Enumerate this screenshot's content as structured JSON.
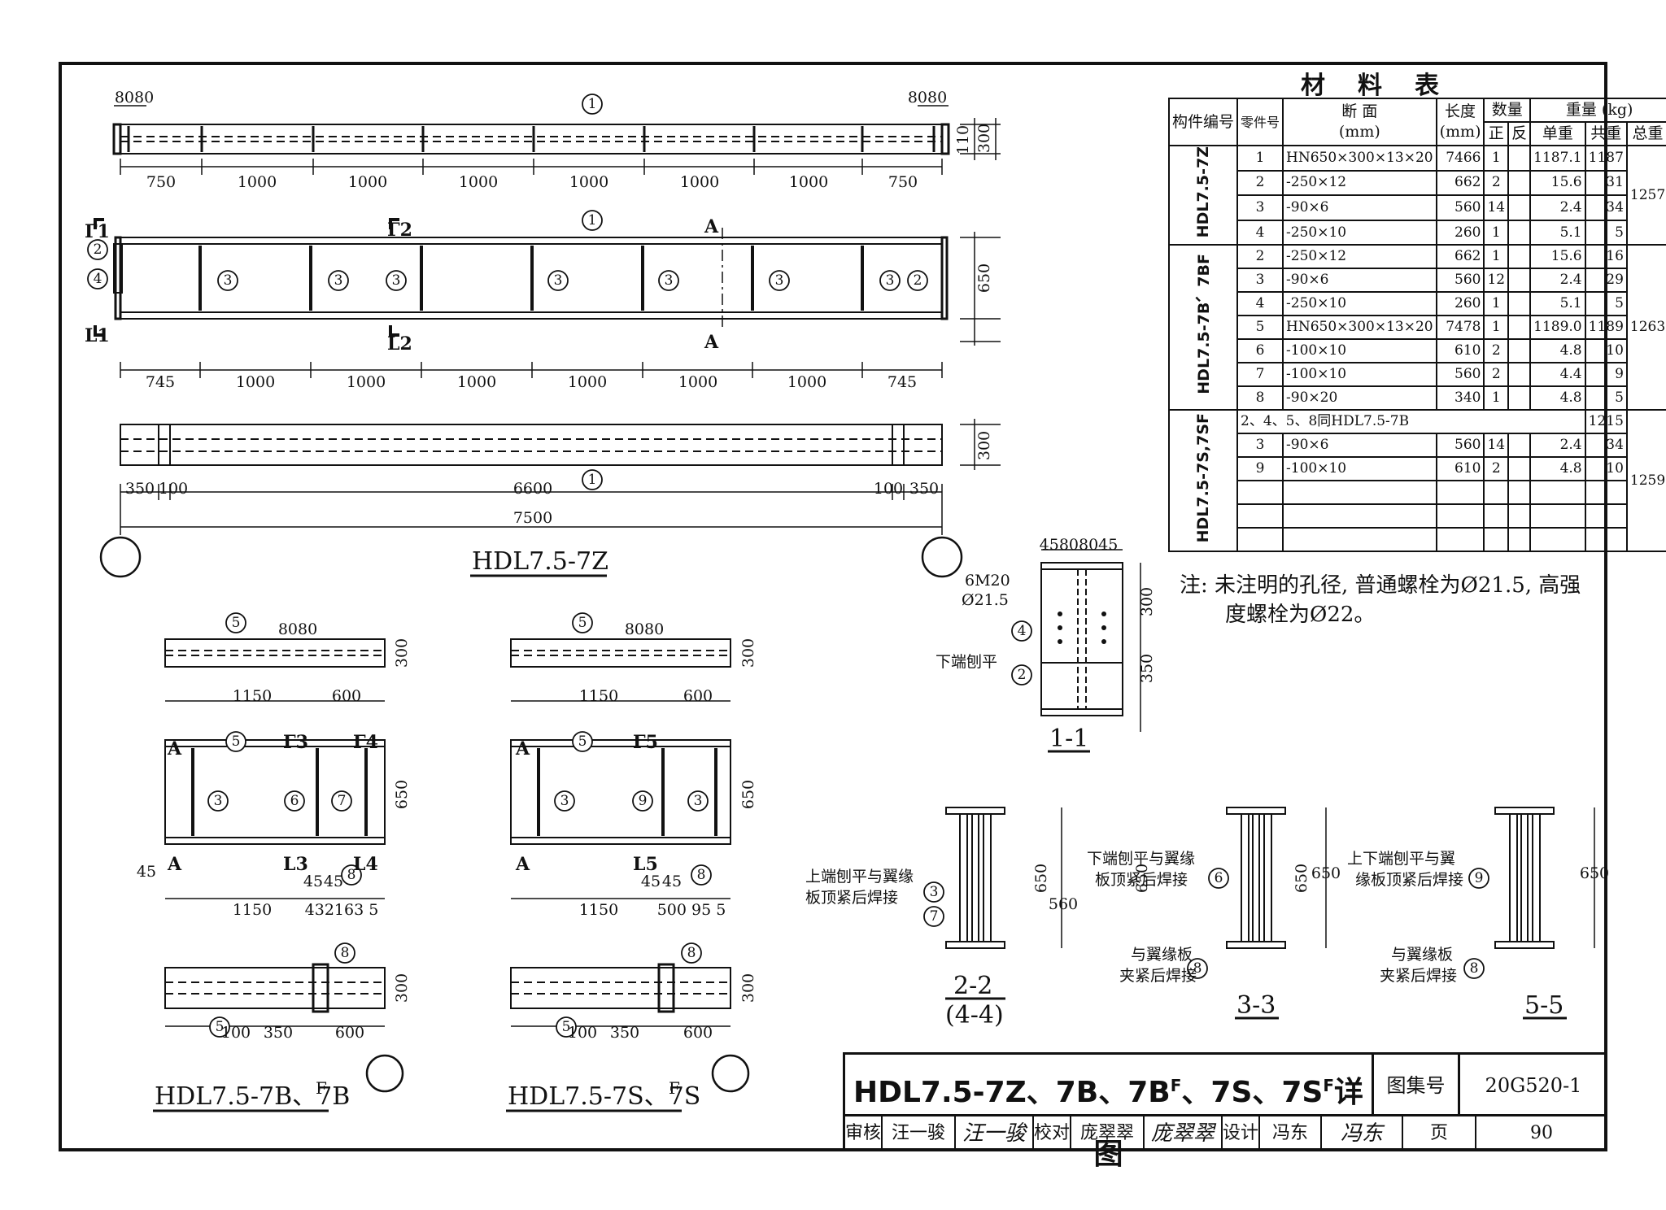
{
  "drawing_title": "HDL7.5-7Z、7B、7B",
  "drawing_title_sup1": "F",
  "drawing_title_mid": "、7S、7S",
  "drawing_title_sup2": "F",
  "drawing_title_end": "详图",
  "atlas_label": "图集号",
  "atlas_number": "20G520-1",
  "page_label": "页",
  "page_number": "90",
  "review_label": "审核",
  "reviewer": "汪一骏",
  "reviewer_sig": "汪一骏",
  "check_label": "校对",
  "checker": "庞翠翠",
  "checker_sig": "庞翠翠",
  "design_label": "设计",
  "designer": "冯东",
  "designer_sig": "冯东",
  "material_table": {
    "title": "材料表",
    "headers": {
      "member_no": "构件编号",
      "part_no": "零件号",
      "section": "断 面",
      "section_unit": "(mm)",
      "length": "长度",
      "length_unit": "(mm)",
      "qty": "数量",
      "qty_front": "正",
      "qty_back": "反",
      "weight": "重量 (kg)",
      "unit_weight": "单重",
      "sum_weight": "共重",
      "total_weight": "总重"
    },
    "groups": [
      {
        "member": "HDL7.5-7Z",
        "total": "1257",
        "rows": [
          {
            "part": "1",
            "section": "HN650×300×13×20",
            "length": "7466",
            "front": "1",
            "back": "",
            "unit": "1187.1",
            "sum": "1187"
          },
          {
            "part": "2",
            "section": "-250×12",
            "length": "662",
            "front": "2",
            "back": "",
            "unit": "15.6",
            "sum": "31"
          },
          {
            "part": "3",
            "section": "-90×6",
            "length": "560",
            "front": "14",
            "back": "",
            "unit": "2.4",
            "sum": "34"
          },
          {
            "part": "4",
            "section": "-250×10",
            "length": "260",
            "front": "1",
            "back": "",
            "unit": "5.1",
            "sum": "5"
          }
        ]
      },
      {
        "member": "HDL7.5-7B、7BF",
        "total": "1263",
        "rows": [
          {
            "part": "2",
            "section": "-250×12",
            "length": "662",
            "front": "1",
            "back": "",
            "unit": "15.6",
            "sum": "16"
          },
          {
            "part": "3",
            "section": "-90×6",
            "length": "560",
            "front": "12",
            "back": "",
            "unit": "2.4",
            "sum": "29"
          },
          {
            "part": "4",
            "section": "-250×10",
            "length": "260",
            "front": "1",
            "back": "",
            "unit": "5.1",
            "sum": "5"
          },
          {
            "part": "5",
            "section": "HN650×300×13×20",
            "length": "7478",
            "front": "1",
            "back": "",
            "unit": "1189.0",
            "sum": "1189"
          },
          {
            "part": "6",
            "section": "-100×10",
            "length": "610",
            "front": "2",
            "back": "",
            "unit": "4.8",
            "sum": "10"
          },
          {
            "part": "7",
            "section": "-100×10",
            "length": "560",
            "front": "2",
            "back": "",
            "unit": "4.4",
            "sum": "9"
          },
          {
            "part": "8",
            "section": "-90×20",
            "length": "340",
            "front": "1",
            "back": "",
            "unit": "4.8",
            "sum": "5"
          }
        ]
      },
      {
        "member": "HDL7.5-7S,7SF",
        "total": "1259",
        "note_row": "2、4、5、8同HDL7.5-7B",
        "note_sum": "1215",
        "rows": [
          {
            "part": "3",
            "section": "-90×6",
            "length": "560",
            "front": "14",
            "back": "",
            "unit": "2.4",
            "sum": "34"
          },
          {
            "part": "9",
            "section": "-100×10",
            "length": "610",
            "front": "2",
            "back": "",
            "unit": "4.8",
            "sum": "10"
          }
        ]
      }
    ]
  },
  "note_line1": "注: 未注明的孔径, 普通螺栓为Ø21.5, 高强",
  "note_line2": "度螺栓为Ø22。",
  "views": {
    "main_label": "HDL7.5-7Z",
    "b_label": "HDL7.5-7B、7B",
    "b_label_sup": "F",
    "s_label": "HDL7.5-7S、7S",
    "s_label_sup": "F",
    "sec11": "1-1",
    "sec22": "2-2",
    "sec44": "(4-4)",
    "sec33": "3-3",
    "sec55": "5-5",
    "callout_1": "6M20",
    "callout_2": "Ø21.5",
    "callout_3": "下端刨平",
    "s22_note1": "上端刨平与翼缘",
    "s22_note2": "板顶紧后焊接",
    "s33_note1": "下端刨平与翼缘",
    "s33_note2": "板顶紧后焊接",
    "s33_note3": "与翼缘板",
    "s33_note4": "夹紧后焊接",
    "s55_note1": "上下端刨平与翼",
    "s55_note2": "缘板顶紧后焊接",
    "s55_note3": "与翼缘板",
    "s55_note4": "夹紧后焊接",
    "top_dims": [
      "750",
      "1000",
      "1000",
      "1000",
      "1000",
      "1000",
      "750"
    ],
    "mid_dims": [
      "745",
      "1000",
      "1000",
      "1000",
      "1000",
      "1000",
      "1000",
      "745"
    ],
    "bot_dims": [
      "350",
      "100",
      "6600",
      "100",
      "350"
    ],
    "overall": "7500"
  }
}
